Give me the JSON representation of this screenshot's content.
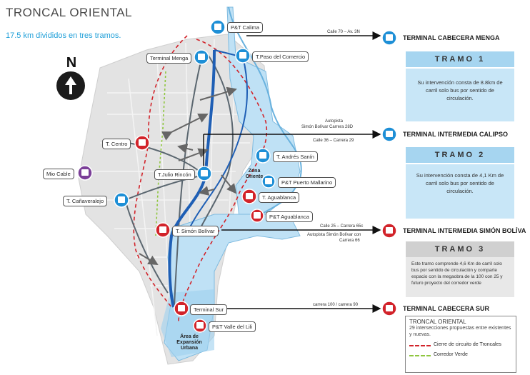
{
  "header": {
    "title": "TRONCAL ORIENTAL",
    "subtitle": "17.5 km divididos en tres tramos."
  },
  "north": {
    "letter": "N"
  },
  "map_labels": {
    "pt_calima": "P&T Calima",
    "terminal_menga": "Terminal Menga",
    "t_paso_comercio": "T.Paso del Comercio",
    "t_centro": "T. Centro",
    "mio_cable": "Mio Cable",
    "t_andres_sanin": "T. Andrés Sanín",
    "zona_oriente": "Zona Oriente",
    "t_julio_rincon": "T.Julio Rincón",
    "pt_puerto_mallarino": "P&T Puerto Mallarino",
    "t_canaveralejo": "T. Cañaveralejo",
    "t_aguablanca": "T. Aguablanca",
    "pt_aguablanca": "P&T Aguablanca",
    "t_simon_bolivar": "T. Simón Bolívar",
    "terminal_sur": "Terminal Sur",
    "pt_valle_lili": "P&T Valle del Lili",
    "area_expansion": "Área de Expansión Urbana"
  },
  "route_notes": {
    "menga": "Calle 70 – Av. 3N",
    "calipso_1": "Autopista",
    "calipso_2": "Simón Bolívar Carrera 28D",
    "calipso_3": "Calle 36 – Carrera 29",
    "simon_1": "Calle 25 – Carrera 65c",
    "simon_2": "Autopista Simón Bolívar con",
    "simon_3": "Carrera 66",
    "sur": "carrera 100 / carrera 90"
  },
  "terminals": {
    "menga": "TERMINAL CABECERA MENGA",
    "calipso": "TERMINAL INTERMEDIA CALIPSO",
    "simon": "TERMINAL INTERMEDIA SIMÓN BOLÍVA",
    "sur": "TERMINAL CABECERA SUR"
  },
  "tramos": [
    {
      "title": "TRAMO 1",
      "text": "Su intervención consta de 8.8km de carril solo bus por sentido de circulación."
    },
    {
      "title": "TRAMO 2",
      "text": "Su intervención consta de 4,1 Km de carril solo bus por sentido de circulación."
    },
    {
      "title": "TRAMO 3",
      "text": "Este tramo comprende 4,6 Km de carril solo bus por sentido de circulación y comparte espacio con la megaobra de la 100 con 25 y futuro proyecto del corredor verde"
    }
  ],
  "legend": {
    "title": "TRONCAL ORIENTAL",
    "desc": "29 intersecciones propuestas entre existentes y nuevas.",
    "items": [
      {
        "label": "Cierre de circuito de Troncales",
        "color": "#d2232a"
      },
      {
        "label": "Corredor Verde",
        "color": "#8fc63f"
      }
    ]
  },
  "colors": {
    "station_blue": "#1e8fd6",
    "station_red": "#d2232a",
    "station_purple": "#7b3f98",
    "river_blue": "#bfe1f5",
    "route_blue": "#1f5fb5",
    "urban_gray": "#e3e3e3"
  }
}
